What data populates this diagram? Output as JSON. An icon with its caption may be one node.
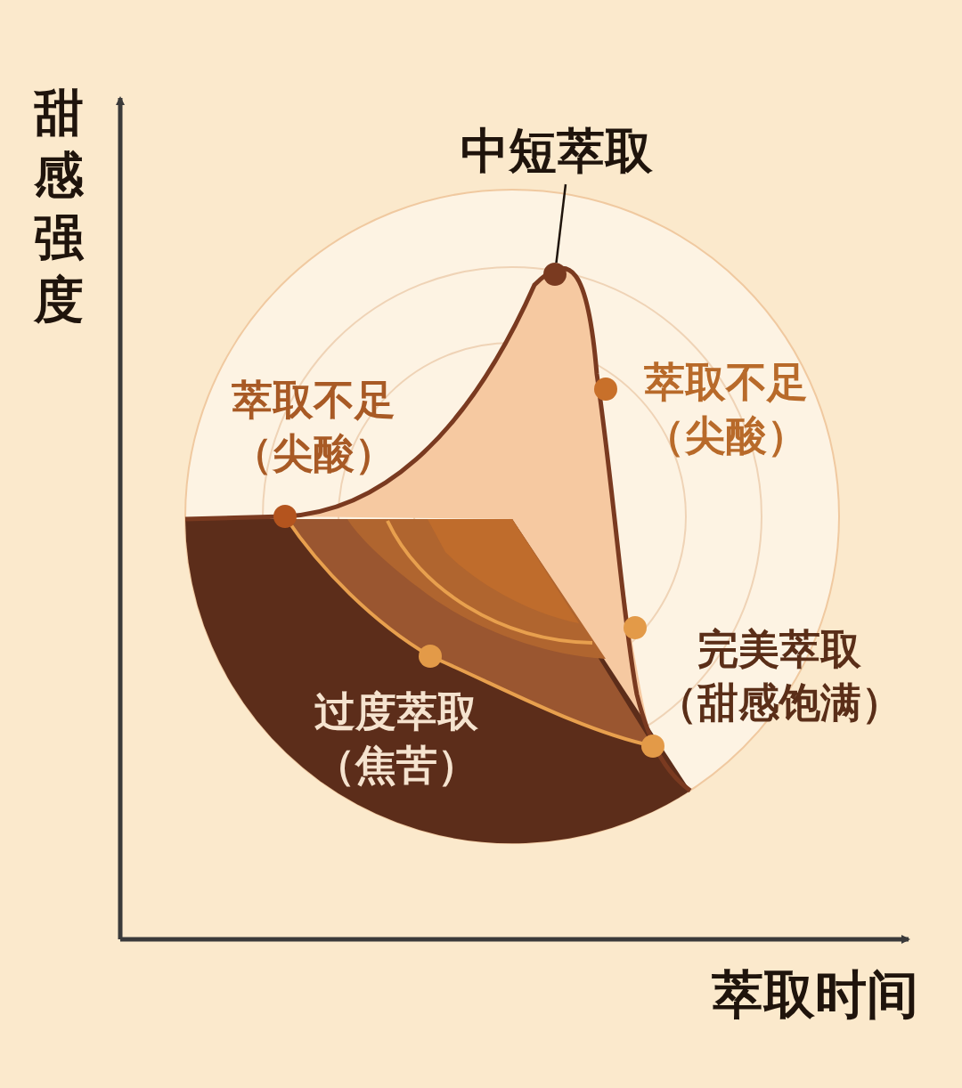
{
  "diagram": {
    "nodes": [
      {
        "text": [
          "中短萃取"
        ]
      },
      {
        "text": [],
        "shape": "circle"
      }
    ],
    "edges": [
      {
        "from": 0,
        "to": 1,
        "arrow": "none"
      }
    ],
    "labels": [
      "甜感强度",
      "萃取不足（尖酸）",
      "萃取不足（尖酸）",
      "完美萃取（甜感饱满）",
      "过度萃取（焦苦）",
      "萃取时间"
    ]
  }
}
